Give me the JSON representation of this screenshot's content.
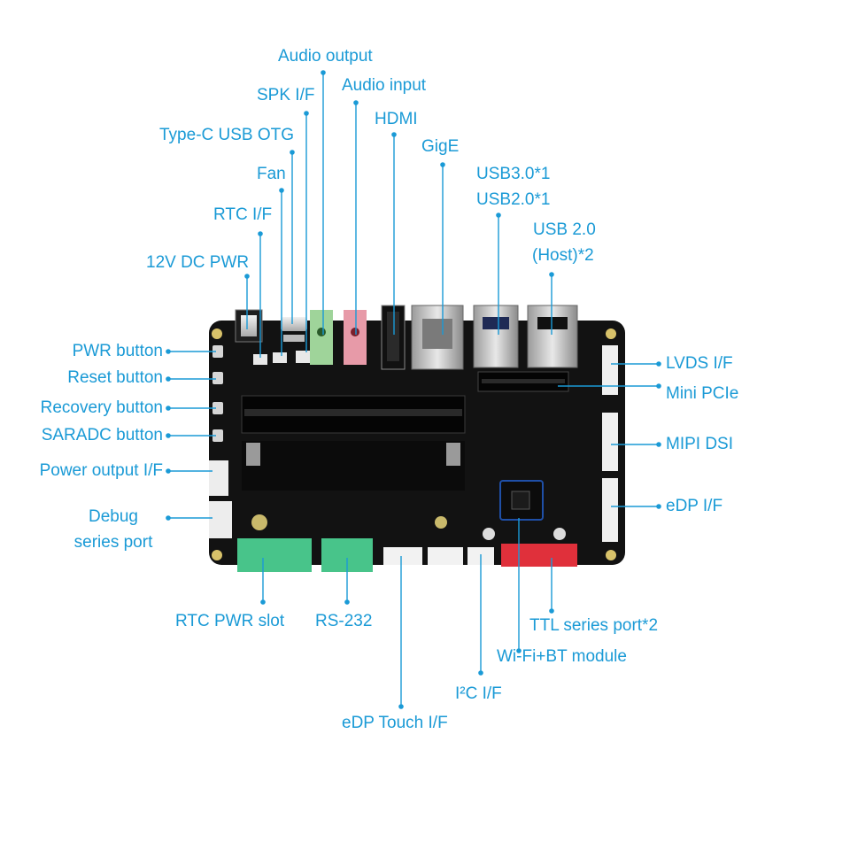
{
  "colors": {
    "accent": "#1a9ad6",
    "board": "#121212",
    "terminal_green": "#48c48a",
    "audio_green": "#9fd49a",
    "audio_pink": "#e79aa8",
    "ttl_red": "#e0303b"
  },
  "labels": {
    "audio_output": "Audio output",
    "spk_if": "SPK I/F",
    "audio_input": "Audio input",
    "type_c_usb_otg": "Type-C USB OTG",
    "hdmi": "HDMI",
    "gige": "GigE",
    "fan": "Fan",
    "usb3_line1": "USB3.0*1",
    "usb3_line2": "USB2.0*1",
    "rtc_if": "RTC I/F",
    "usb2_line1": "USB 2.0",
    "usb2_line2": "(Host)*2",
    "dc_pwr": "12V DC PWR",
    "pwr_button": "PWR button",
    "reset_button": "Reset button",
    "recovery_button": "Recovery button",
    "saradc_button": "SARADC button",
    "power_output_if": "Power output I/F",
    "debug_line1": "Debug",
    "debug_line2": "series port",
    "lvds_if": "LVDS I/F",
    "mini_pcie": "Mini PCIe",
    "mipi_dsi": "MIPI DSI",
    "edp_if": "eDP I/F",
    "rtc_pwr_slot": "RTC PWR slot",
    "rs232": "RS-232",
    "ttl_series_port": "TTL series port*2",
    "wifi_bt_module": "Wi-Fi+BT module",
    "i2c_if": "I²C I/F",
    "edp_touch_if": "eDP Touch I/F"
  }
}
